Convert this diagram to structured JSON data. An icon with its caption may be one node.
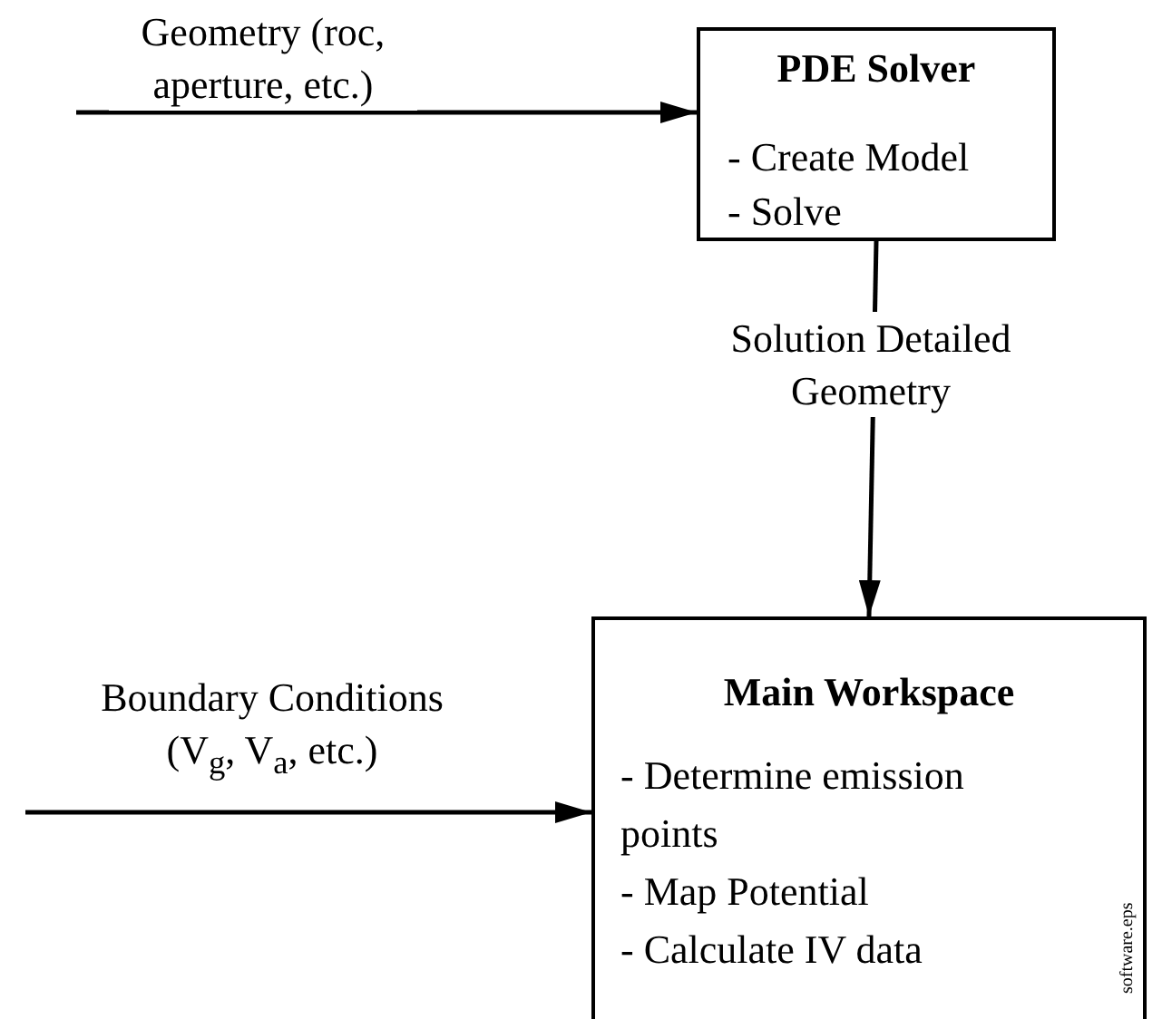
{
  "diagram": {
    "nodes": [
      {
        "text": [
          "PDE Solver",
          "- Create Model",
          "- Solve"
        ]
      },
      {
        "text": [
          "Main Workspace",
          "- Determine emission points",
          "- Map Potential",
          "- Calculate IV data"
        ]
      }
    ],
    "edges": [
      {
        "from": null,
        "to": 0,
        "arrow": "to",
        "label": "Geometry (roc, aperture, etc.)"
      },
      {
        "from": 0,
        "to": 1,
        "arrow": "to",
        "label": "Solution Detailed Geometry"
      },
      {
        "from": null,
        "to": 1,
        "arrow": "to",
        "label": "Boundary Conditions (V$_{g}$, V$_{a}$, etc.)"
      }
    ],
    "labels": [
      "software.eps"
    ]
  }
}
